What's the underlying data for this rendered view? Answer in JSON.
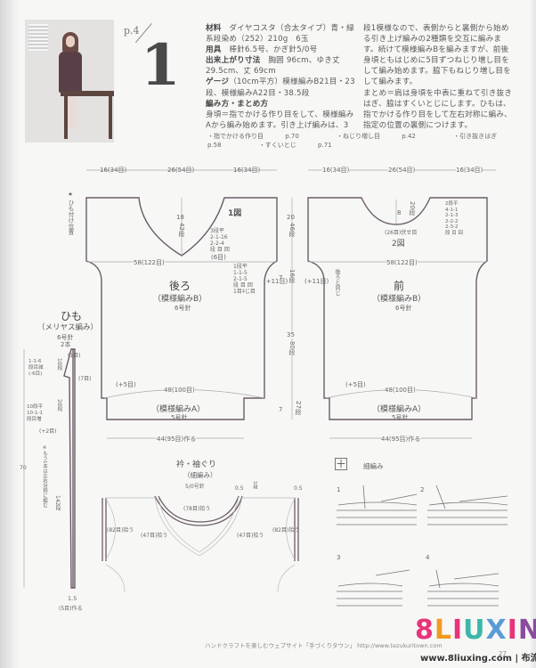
{
  "header": {
    "page_ref": "p.4",
    "pattern_number": "1"
  },
  "instructions": {
    "col1": [
      {
        "label": "材料",
        "text": "ダイヤコスタ（合太タイプ）青・緑系段染め（252）210g　6玉"
      },
      {
        "label": "用具",
        "text": "棒針6.5号、かぎ針5/0号"
      },
      {
        "label": "出来上がり寸法",
        "text": "胸囲 96cm、ゆき丈 29.5cm、丈 69cm"
      },
      {
        "label": "ゲージ",
        "text": "（10cm平方）模様編みB21目・23段、模様編みA22目・38.5段"
      },
      {
        "label": "編み方・まとめ方",
        "text": ""
      },
      {
        "label": "",
        "text": "身頃＝指でかける作り目をして、模様編みAから編み始めます。引き上げ編みは、3"
      }
    ],
    "col2": "段1模様なので、表側からと裏側から始める引き上げ編みの2種類を交互に編みます。続けて模様編みBを編みますが、前後身頃ともはじめに5目ずつねじり増し目をして編み始めます。脇下もねじり増し目をして編みます。\nまとめ＝肩は身頃を中表に重ねて引き抜きはぎ、脇はすくいとじにします。ひもは、指でかける作り目をして左右対称に編み、指定の位置の裏側につけます。"
  },
  "references": [
    {
      "label": "・指でかける作り目",
      "page": "p.70"
    },
    {
      "label": "・ねじり増し目",
      "page": "p.42"
    },
    {
      "label": "・引き抜きはぎ",
      "page": "p.58"
    },
    {
      "label": "・すくいとじ",
      "page": "p.71"
    }
  ],
  "back_panel": {
    "title": "後ろ",
    "stitch": "（模様編みB）",
    "needle": "6号針",
    "figure": "1図",
    "top_widths": [
      "16(34目)",
      "26(54目)",
      "16(34目)"
    ],
    "neck_depth": "18",
    "neck_rows": "42段",
    "neck_corner": "7",
    "neck_bottom": "(6目)",
    "neck_decrease": [
      "3段平",
      "2-1-16",
      "2-2-4",
      "段 目 回"
    ],
    "chest_width": "58(122目)",
    "armhole_increase": [
      "1段平",
      "1-1-5",
      "2-1-5",
      "段 目 回",
      "1目ﾈじ目"
    ],
    "armhole_add": "(+11目)",
    "hem_increase": "(+5目)",
    "hem_width": "48(100目)",
    "ribbing_stitch": "（模様編みA）",
    "ribbing_needle": "5号針",
    "cast_on": "44(95目)作る"
  },
  "front_panel": {
    "title": "前",
    "stitch": "（模様編みB）",
    "needle": "6号針",
    "figure": "2図",
    "top_widths": [
      "16(34目)",
      "26(54目)",
      "16(34目)"
    ],
    "neck_depth": "8",
    "neck_rows": "20段",
    "neck_bind_off": "(26目)伏せ目",
    "neck_decrease": [
      "2段平",
      "4-1-1",
      "2-1-3",
      "2-2-2",
      "2-3-2",
      "段 目 回"
    ],
    "chest_width": "58(122目)",
    "same_as_back": "後ろと同じ",
    "armhole_add": "(+11目)",
    "hem_increase": "(+5目)",
    "hem_width": "48(100目)",
    "ribbing_stitch": "（模様編みA）",
    "ribbing_needle": "5号針",
    "cast_on": "44(95目)作る"
  },
  "vertical_dims": {
    "yoke": "20",
    "yoke_rows": "46段",
    "armhole": "7",
    "armhole_rows": "16段",
    "body": "35",
    "body_rows": "80段",
    "ribbing": "7",
    "ribbing_rows": "27段"
  },
  "tie": {
    "marker_note": "★ ひも付け位置",
    "title": "ひも",
    "stitch": "（メリヤス編み）",
    "needle": "6号針",
    "count": "2本",
    "top": "(1目)",
    "rows_10": "10段",
    "side": "(7目)",
    "decrease": [
      "1-1-6",
      "段目減",
      "(-6目)"
    ],
    "rows_20": "20段",
    "increase": [
      "10段平",
      "10-1-1",
      "段目増"
    ],
    "add": "(+2目)",
    "length": "70",
    "rows_142": "142段",
    "note": "※もう1本は左右対称に編む",
    "width": "1.5",
    "cast_on": "(5目)作る"
  },
  "collar": {
    "title": "衿・袖ぐり",
    "stitch": "（細編み）",
    "hook": "5/0号針",
    "back_neck": "(78目)拾う",
    "front_left": "(47目)拾う",
    "front_right": "(47目)拾う",
    "sleeve_left": "(82目)拾う",
    "sleeve_right": "(82目)拾う",
    "edge_width": "0.5",
    "edge_rows": "1段"
  },
  "crochet_guide": {
    "symbol": "＋",
    "title": "細編み",
    "steps": [
      "1",
      "2",
      "3",
      "4"
    ]
  },
  "footer": {
    "text": "ハンドクラフトを楽しむウェブサイト「手づくりタウン」 http://www.tezukuritown.com",
    "page_number": "27"
  },
  "watermark": {
    "brand": "8LIUXING",
    "url": "www.8liuxing.com | 布流行",
    "colors": [
      "#e8337a",
      "#f29a1f",
      "#3ab7a8",
      "#5a9bd6",
      "#8a4ba0"
    ]
  }
}
